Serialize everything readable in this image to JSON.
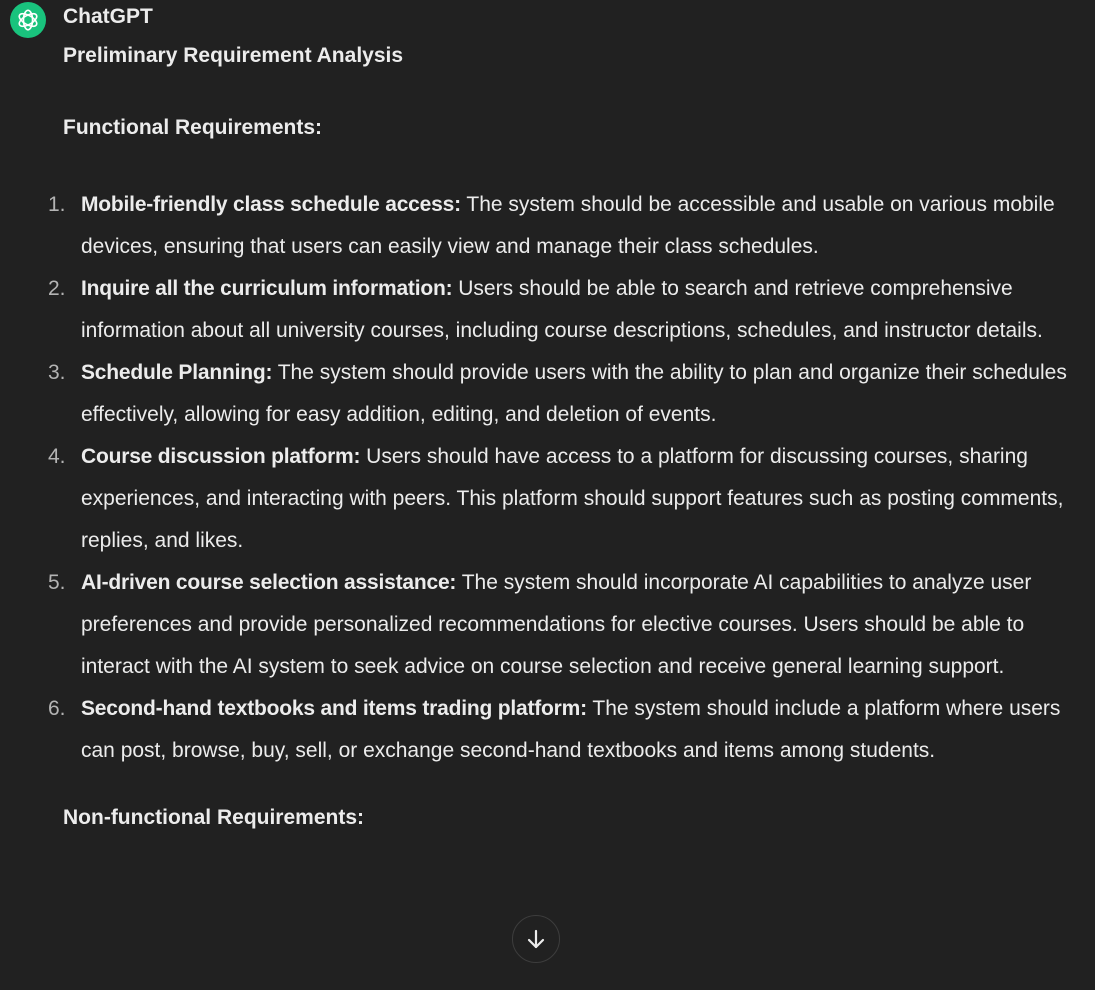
{
  "message": {
    "author": "ChatGPT",
    "heading": "Preliminary Requirement Analysis",
    "functional_heading": "Functional Requirements:",
    "nonfunctional_heading": "Non-functional Requirements:",
    "items": [
      {
        "num": "1.",
        "title": "Mobile-friendly class schedule access:",
        "text": " The system should be accessible and usable on various mobile devices, ensuring that users can easily view and manage their class schedules."
      },
      {
        "num": "2.",
        "title": "Inquire all the curriculum information:",
        "text": " Users should be able to search and retrieve comprehensive information about all university courses, including course descriptions, schedules, and instructor details."
      },
      {
        "num": "3.",
        "title": "Schedule Planning:",
        "text": " The system should provide users with the ability to plan and organize their schedules effectively, allowing for easy addition, editing, and deletion of events."
      },
      {
        "num": "4.",
        "title": "Course discussion platform:",
        "text": " Users should have access to a platform for discussing courses, sharing experiences, and interacting with peers. This platform should support features such as posting comments, replies, and likes."
      },
      {
        "num": "5.",
        "title": "AI-driven course selection assistance:",
        "text": " The system should incorporate AI capabilities to analyze user preferences and provide personalized recommendations for elective courses. Users should be able to interact with the AI system to seek advice on course selection and receive general learning support."
      },
      {
        "num": "6.",
        "title": "Second-hand textbooks and items trading platform:",
        "text": " The system should include a platform where users can post, browse, buy, sell, or exchange second-hand textbooks and items among students."
      }
    ]
  },
  "icons": {
    "avatar": "openai-logo-icon",
    "scroll": "arrow-down-icon"
  },
  "colors": {
    "background": "#212121",
    "text": "#ececec",
    "avatar_bg": "#19c37d",
    "list_number": "#b4b4b4"
  }
}
